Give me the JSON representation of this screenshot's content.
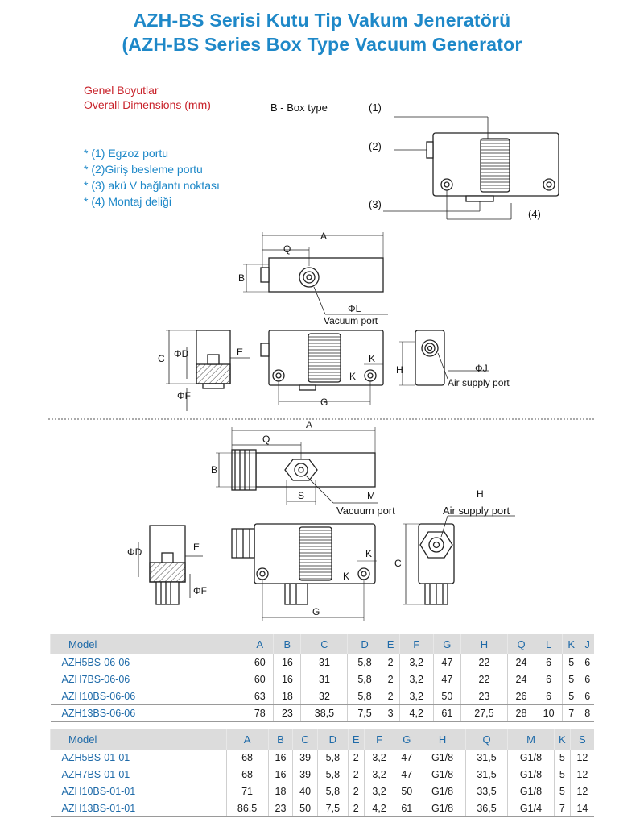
{
  "header": {
    "title_tr": "AZH-BS Serisi Kutu Tip Vakum Jeneratörü",
    "title_en": "(AZH-BS Series Box Type Vacuum Generator"
  },
  "dimensions": {
    "label_tr": "Genel Boyutlar",
    "label_en": "Overall Dimensions (mm)"
  },
  "box_type_label": "B - Box type",
  "notes": [
    "* (1) Egzoz portu",
    "* (2)Giriş besleme portu",
    "* (3) akü V bağlantı noktası",
    "* (4) Montaj deliği"
  ],
  "callouts": {
    "c1": "(1)",
    "c2": "(2)",
    "c3": "(3)",
    "c4": "(4)"
  },
  "drawing1": {
    "A": "A",
    "Q": "Q",
    "B": "B",
    "phiL": "ΦL",
    "vacuum": "Vacuum port",
    "C": "C",
    "phiD": "ΦD",
    "E": "E",
    "phiF": "ΦF",
    "K1": "K",
    "K2": "K",
    "G": "G",
    "H": "H",
    "phiJ": "ΦJ",
    "air": "Air supply port"
  },
  "drawing2": {
    "A": "A",
    "Q": "Q",
    "B": "B",
    "S": "S",
    "M": "M",
    "vacuum": "Vacuum port",
    "H": "H",
    "air": "Air supply port",
    "phiD": "ΦD",
    "E": "E",
    "phiF": "ΦF",
    "K1": "K",
    "K2": "K",
    "C": "C",
    "G": "G"
  },
  "table1": {
    "headers": [
      "Model",
      "A",
      "B",
      "C",
      "D",
      "E",
      "F",
      "G",
      "H",
      "Q",
      "L",
      "K",
      "J"
    ],
    "rows": [
      [
        "AZH5BS-06-06",
        "60",
        "16",
        "31",
        "5,8",
        "2",
        "3,2",
        "47",
        "22",
        "24",
        "6",
        "5",
        "6"
      ],
      [
        "AZH7BS-06-06",
        "60",
        "16",
        "31",
        "5,8",
        "2",
        "3,2",
        "47",
        "22",
        "24",
        "6",
        "5",
        "6"
      ],
      [
        "AZH10BS-06-06",
        "63",
        "18",
        "32",
        "5,8",
        "2",
        "3,2",
        "50",
        "23",
        "26",
        "6",
        "5",
        "6"
      ],
      [
        "AZH13BS-06-06",
        "78",
        "23",
        "38,5",
        "7,5",
        "3",
        "4,2",
        "61",
        "27,5",
        "28",
        "10",
        "7",
        "8"
      ]
    ]
  },
  "table2": {
    "headers": [
      "Model",
      "A",
      "B",
      "C",
      "D",
      "E",
      "F",
      "G",
      "H",
      "Q",
      "M",
      "K",
      "S"
    ],
    "rows": [
      [
        "AZH5BS-01-01",
        "68",
        "16",
        "39",
        "5,8",
        "2",
        "3,2",
        "47",
        "G1/8",
        "31,5",
        "G1/8",
        "5",
        "12"
      ],
      [
        "AZH7BS-01-01",
        "68",
        "16",
        "39",
        "5,8",
        "2",
        "3,2",
        "47",
        "G1/8",
        "31,5",
        "G1/8",
        "5",
        "12"
      ],
      [
        "AZH10BS-01-01",
        "71",
        "18",
        "40",
        "5,8",
        "2",
        "3,2",
        "50",
        "G1/8",
        "33,5",
        "G1/8",
        "5",
        "12"
      ],
      [
        "AZH13BS-01-01",
        "86,5",
        "23",
        "50",
        "7,5",
        "2",
        "4,2",
        "61",
        "G1/8",
        "36,5",
        "G1/4",
        "7",
        "14"
      ]
    ]
  }
}
